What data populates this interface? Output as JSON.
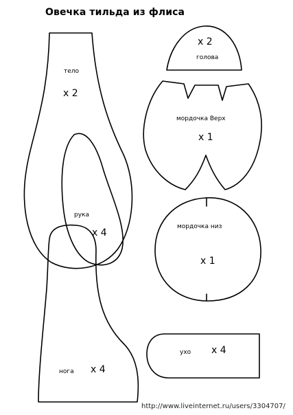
{
  "page": {
    "title": "Овечка тильда из флиса",
    "watermark": "http://www.liveinternet.ru/users/3304707/"
  },
  "pieces": {
    "body": {
      "name": "тело",
      "count": "x 2"
    },
    "head": {
      "name": "голова",
      "count": "x 2"
    },
    "muzzle_top": {
      "name": "мордочка Верх",
      "count": "x 1"
    },
    "muzzle_bottom": {
      "name": "мордочка низ",
      "count": "x 1"
    },
    "arm": {
      "name": "рука",
      "count": "x 4"
    },
    "leg": {
      "name": "нога",
      "count": "x 4"
    },
    "ear": {
      "name": "ухо",
      "count": "x 4"
    }
  },
  "colors": {
    "outline": "#000000",
    "background": "#ffffff"
  }
}
